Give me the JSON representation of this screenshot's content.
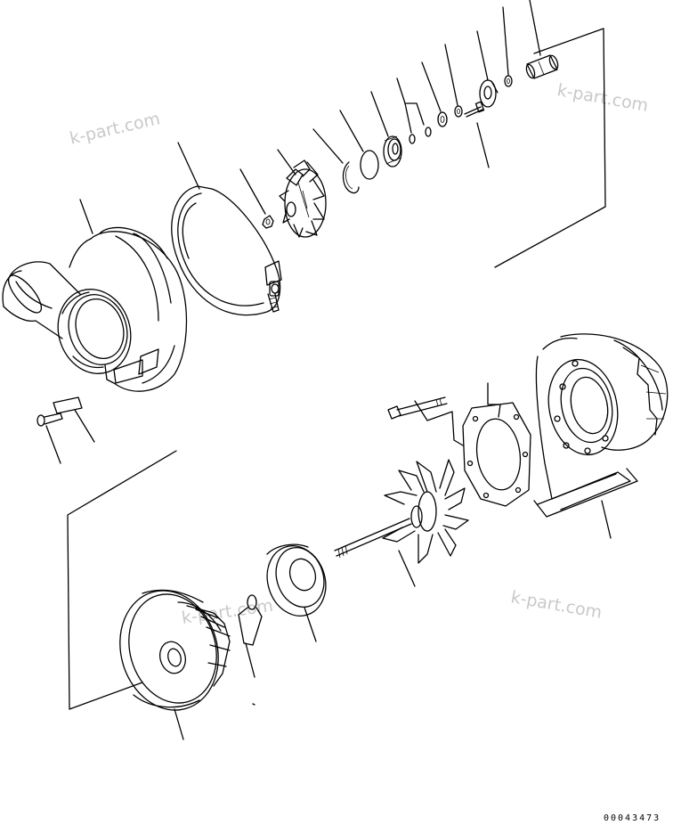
{
  "watermarks": [
    "k-part.com",
    "k-part.com",
    "k-part.com",
    "k-part.com"
  ],
  "drawing_code": "00043473",
  "colors": {
    "line": "#000000",
    "watermark": "#c9c9c9",
    "background": "#ffffff"
  }
}
